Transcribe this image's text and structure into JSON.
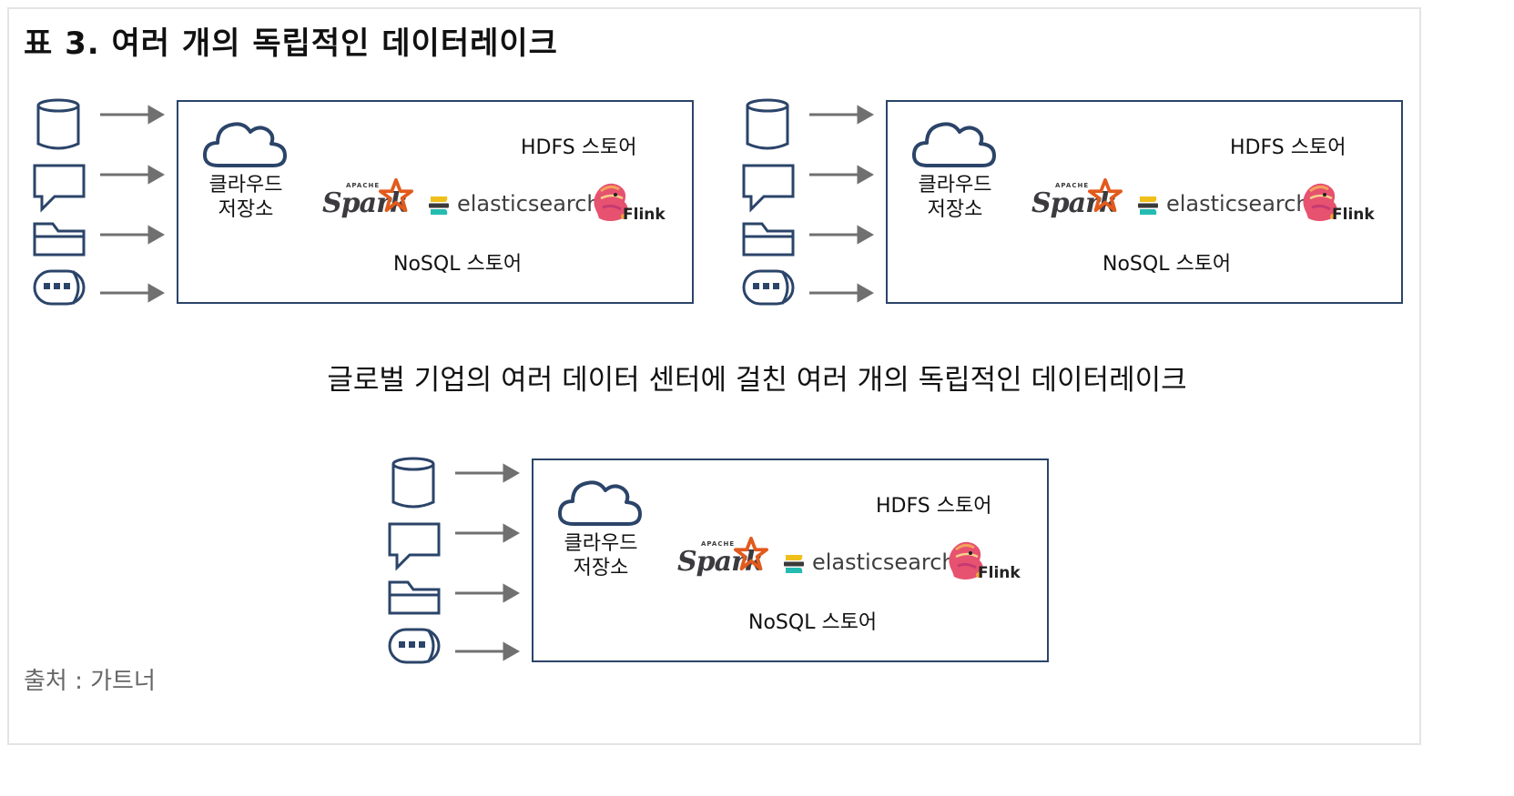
{
  "title": "표 3. 여러 개의 독립적인 데이터레이크",
  "caption": "글로벌 기업의 여러 데이터 센터에 걸친 여러 개의 독립적인 데이터레이크",
  "source": "출처 : 가트너",
  "data_lake": {
    "cloud_label_line1": "클라우드",
    "cloud_label_line2": "저장소",
    "hdfs_label": "HDFS 스토어",
    "nosql_label": "NoSQL 스토어",
    "logos": {
      "spark": "Spark",
      "spark_apache": "APACHE",
      "elasticsearch": "elasticsearch",
      "flink": "Flink"
    }
  },
  "input_icons": [
    "database-icon",
    "message-icon",
    "folder-icon",
    "stream-icon"
  ],
  "colors": {
    "box_border": "#2b4469",
    "icon_stroke": "#2b4469",
    "arrow": "#707070",
    "spark_star": "#e25a1c",
    "source_text": "#666666"
  }
}
